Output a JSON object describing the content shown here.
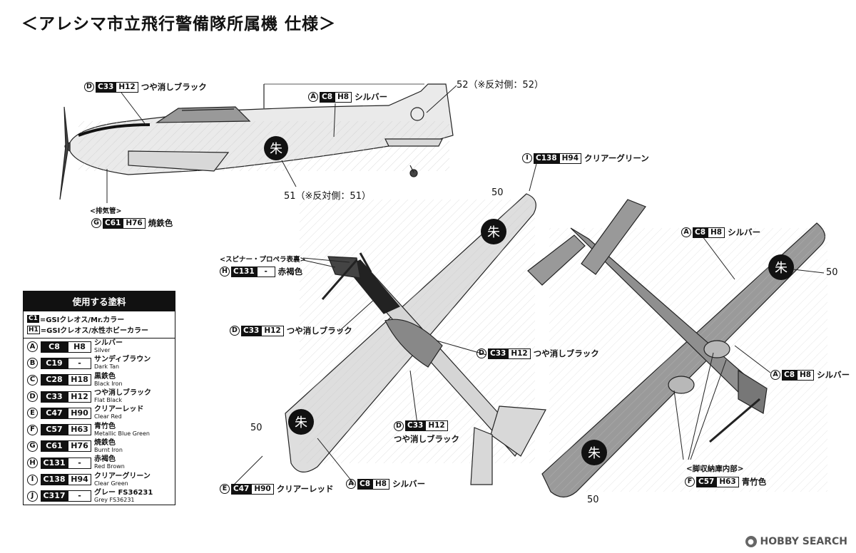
{
  "title": "＜アレシマ市立飛行警備隊所属機 仕様＞",
  "side_view": {
    "canopy": {
      "letter": "D",
      "c": "C33",
      "h": "H12",
      "name": "つや消しブラック"
    },
    "fuselage": {
      "letter": "A",
      "c": "C8",
      "h": "H8",
      "name": "シルバー"
    },
    "marking_52": "52（※反対側：52）",
    "marking_51": "51（※反対側：51）",
    "exhaust_label": "<排気管>",
    "exhaust": {
      "letter": "G",
      "c": "C61",
      "h": "H76",
      "name": "焼鉄色"
    }
  },
  "top_view": {
    "spinner_label": "<スピナー・プロペラ表裏>",
    "spinner": {
      "letter": "H",
      "c": "C131",
      "h": "-",
      "name": "赤褐色"
    },
    "cowl": {
      "letter": "D",
      "c": "C33",
      "h": "H12",
      "name": "つや消しブラック"
    },
    "cockpit": {
      "letter": "D",
      "c": "C33",
      "h": "H12",
      "name": "つや消しブラック"
    },
    "spine": {
      "letter": "D",
      "c": "C33",
      "h": "H12",
      "name": "つや消しブラック"
    },
    "wing": {
      "letter": "A",
      "c": "C8",
      "h": "H8",
      "name": "シルバー"
    },
    "wingtip": {
      "letter": "E",
      "c": "C47",
      "h": "H90",
      "name": "クリアーレッド"
    },
    "nav_light": {
      "letter": "I",
      "c": "C138",
      "h": "H94",
      "name": "クリアーグリーン"
    },
    "num_a": "50",
    "num_b": "50"
  },
  "bottom_view": {
    "wing_top": {
      "letter": "A",
      "c": "C8",
      "h": "H8",
      "name": "シルバー"
    },
    "wing_right": {
      "letter": "A",
      "c": "C8",
      "h": "H8",
      "name": "シルバー"
    },
    "wheelwell_label": "<脚収納庫内部>",
    "wheelwell": {
      "letter": "F",
      "c": "C57",
      "h": "H63",
      "name": "青竹色"
    },
    "num_a": "50",
    "num_b": "50"
  },
  "paint_table": {
    "header": "使用する塗料",
    "legend": [
      {
        "code": "C1",
        "text": "=GSIクレオス/Mr.カラー"
      },
      {
        "code": "H1",
        "text": "=GSIクレオス/水性ホビーカラー"
      }
    ],
    "rows": [
      {
        "letter": "A",
        "c": "C8",
        "h": "H8",
        "jp": "シルバー",
        "en": "Silver"
      },
      {
        "letter": "B",
        "c": "C19",
        "h": "-",
        "jp": "サンディブラウン",
        "en": "Dark Tan"
      },
      {
        "letter": "C",
        "c": "C28",
        "h": "H18",
        "jp": "黒鉄色",
        "en": "Black Iron"
      },
      {
        "letter": "D",
        "c": "C33",
        "h": "H12",
        "jp": "つや消しブラック",
        "en": "Flat Black"
      },
      {
        "letter": "E",
        "c": "C47",
        "h": "H90",
        "jp": "クリアーレッド",
        "en": "Clear Red"
      },
      {
        "letter": "F",
        "c": "C57",
        "h": "H63",
        "jp": "青竹色",
        "en": "Metallic Blue Green"
      },
      {
        "letter": "G",
        "c": "C61",
        "h": "H76",
        "jp": "焼鉄色",
        "en": "Burnt Iron"
      },
      {
        "letter": "H",
        "c": "C131",
        "h": "-",
        "jp": "赤褐色",
        "en": "Red Brown"
      },
      {
        "letter": "I",
        "c": "C138",
        "h": "H94",
        "jp": "クリアーグリーン",
        "en": "Clear Green"
      },
      {
        "letter": "J",
        "c": "C317",
        "h": "-",
        "jp": "グレー FS36231",
        "en": "Grey FS36231"
      }
    ]
  },
  "watermark": "HOBBY SEARCH"
}
